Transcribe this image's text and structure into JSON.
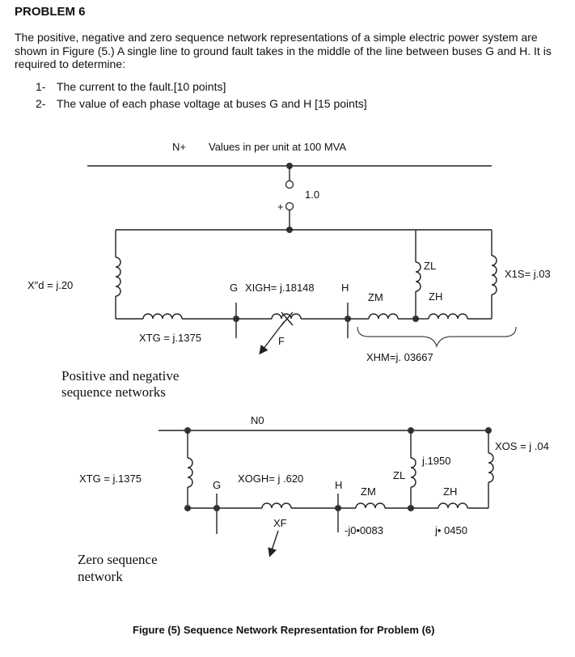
{
  "title": "PROBLEM 6",
  "intro": "The positive, negative and zero sequence network representations of a simple electric power system are shown in Figure (5.) A single line to ground fault takes in the middle of the line between buses G and H. It is required to determine:",
  "questions": [
    {
      "num": "1-",
      "text": "The current to the fault.[10 points]"
    },
    {
      "num": "2-",
      "text": "The value of each phase voltage at buses G and H [15 points]"
    }
  ],
  "positive": {
    "n_plus": "N+",
    "values_note": "Values in per unit at 100 MVA",
    "source": "1.0",
    "plus_sign": "+",
    "xd": "X″d = j.20",
    "bus_g": "G",
    "x_igh": "XIGH= j.18148",
    "bus_h": "H",
    "z_l": "ZL",
    "z_m": "ZM",
    "z_h": "ZH",
    "x_1s": "X1S= j.03",
    "x_tg": "XTG = j.1375",
    "fault": "F",
    "x_hm": "XHM=j. 03667",
    "caption_line1": "Positive and negative",
    "caption_line2": "sequence networks"
  },
  "zero": {
    "n0": "N0",
    "x_tg": "XTG = j.1375",
    "bus_g": "G",
    "x_ogh": "XOGH= j .620",
    "bus_h": "H",
    "z_m": "ZM",
    "z_l": "ZL",
    "z_l_value": "j.1950",
    "z_h": "ZH",
    "x_os": "XOS = j .04",
    "fault": "XF",
    "z_m_value": "-j0•0083",
    "z_h_value": "j• 0450",
    "caption_line1": "Zero sequence",
    "caption_line2": "network"
  },
  "figure_caption": "Figure (5) Sequence Network Representation for Problem (6)"
}
